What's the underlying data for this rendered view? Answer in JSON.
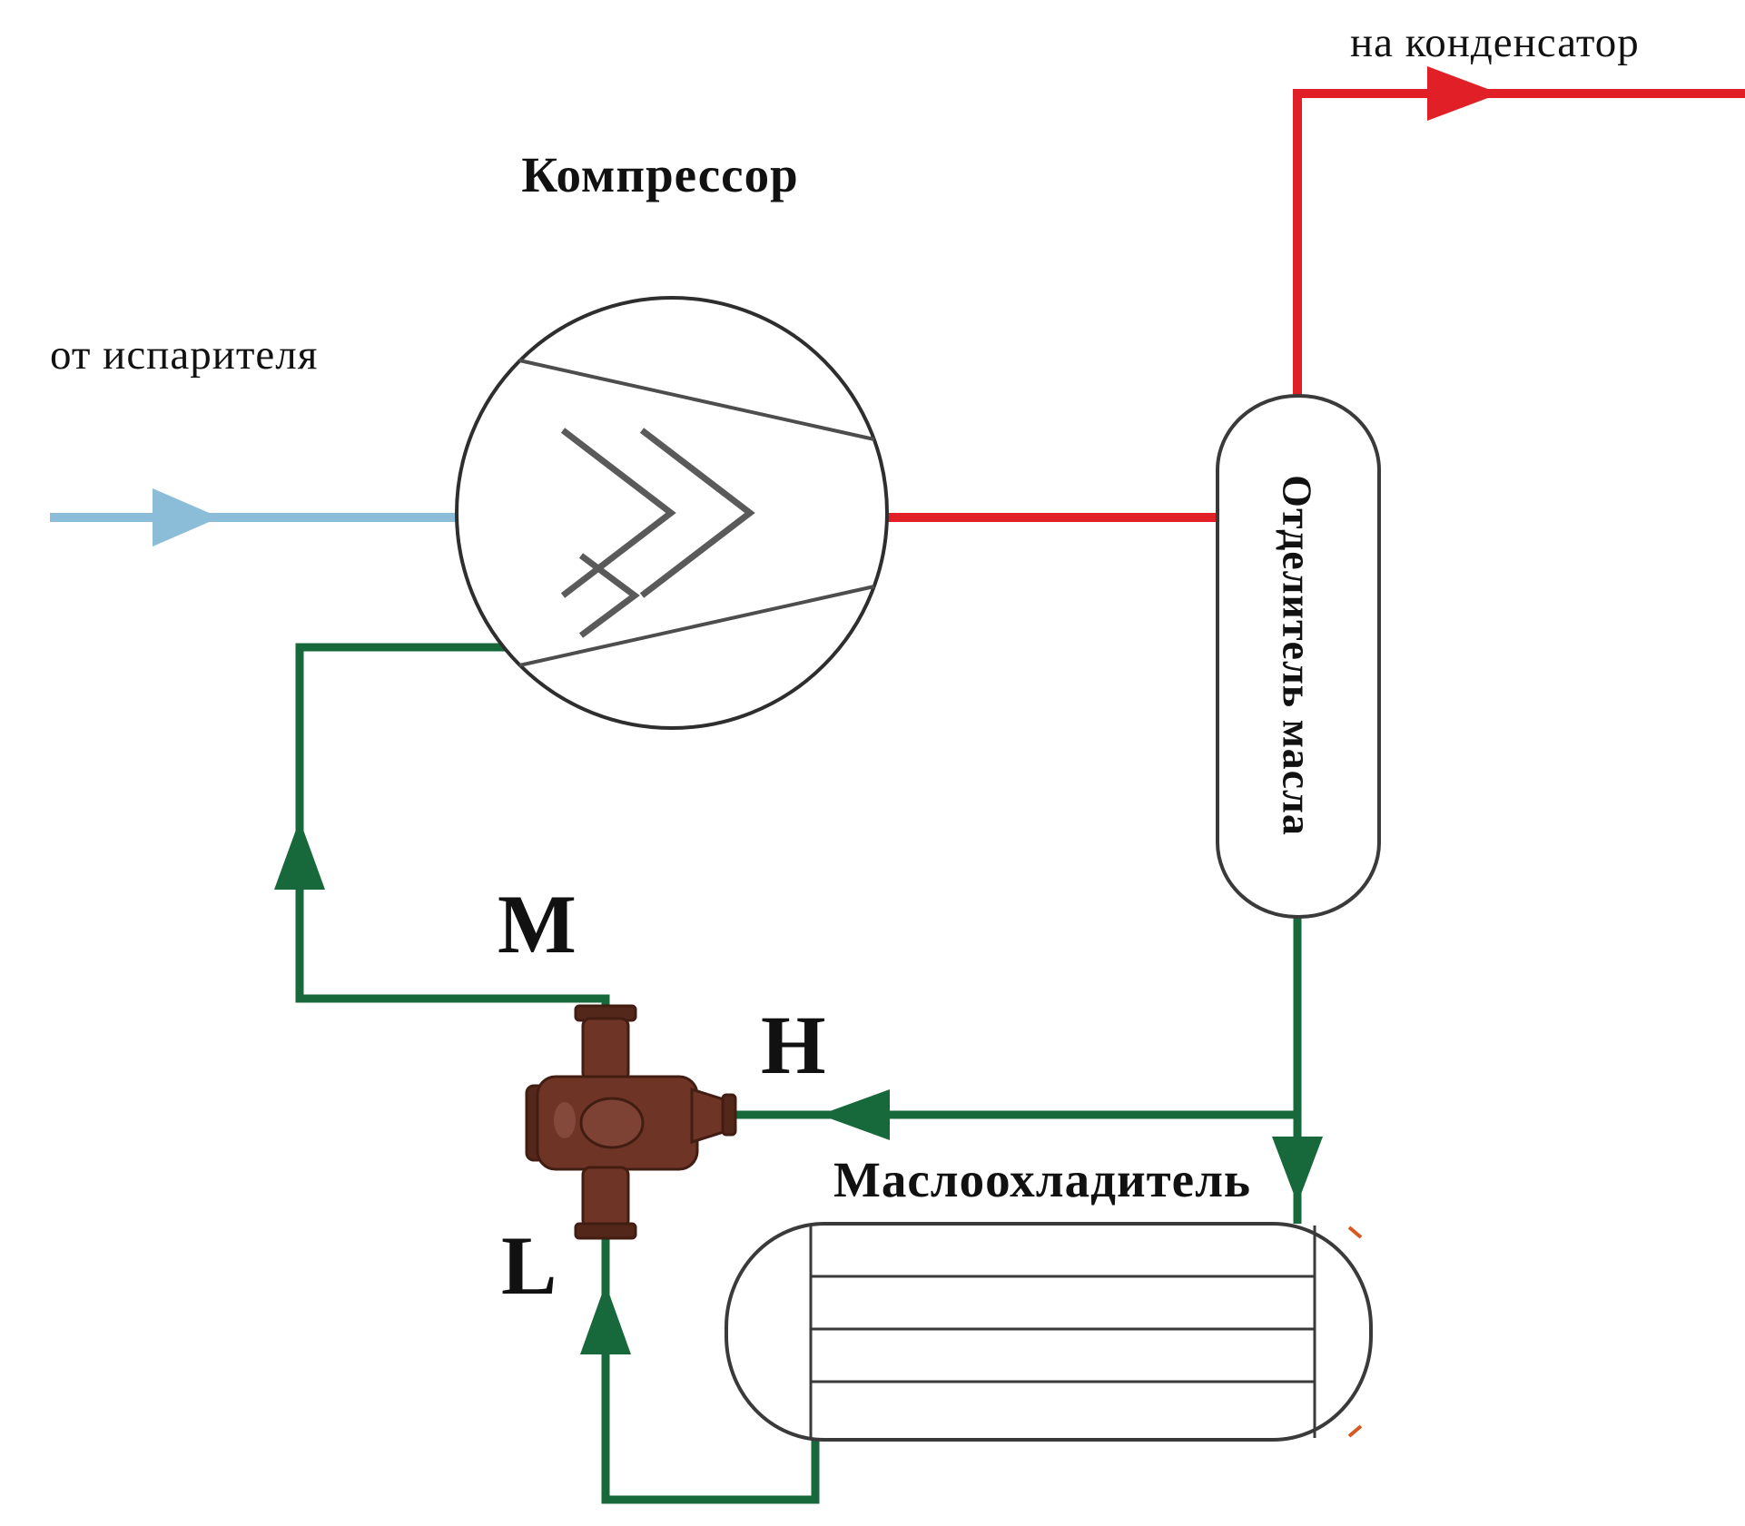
{
  "diagram": {
    "labels": {
      "to_condenser": "на конденсатор",
      "compressor": "Компрессор",
      "from_evaporator": "от испарителя",
      "oil_separator": "Отделитель масла",
      "oil_cooler": "Маслоохладитель",
      "valve_port_m": "M",
      "valve_port_h": "H",
      "valve_port_l": "L"
    },
    "colors": {
      "suction_line": "#8bbdd9",
      "discharge_line": "#e01f26",
      "oil_line": "#17683a",
      "valve_body": "#6e3526"
    }
  }
}
